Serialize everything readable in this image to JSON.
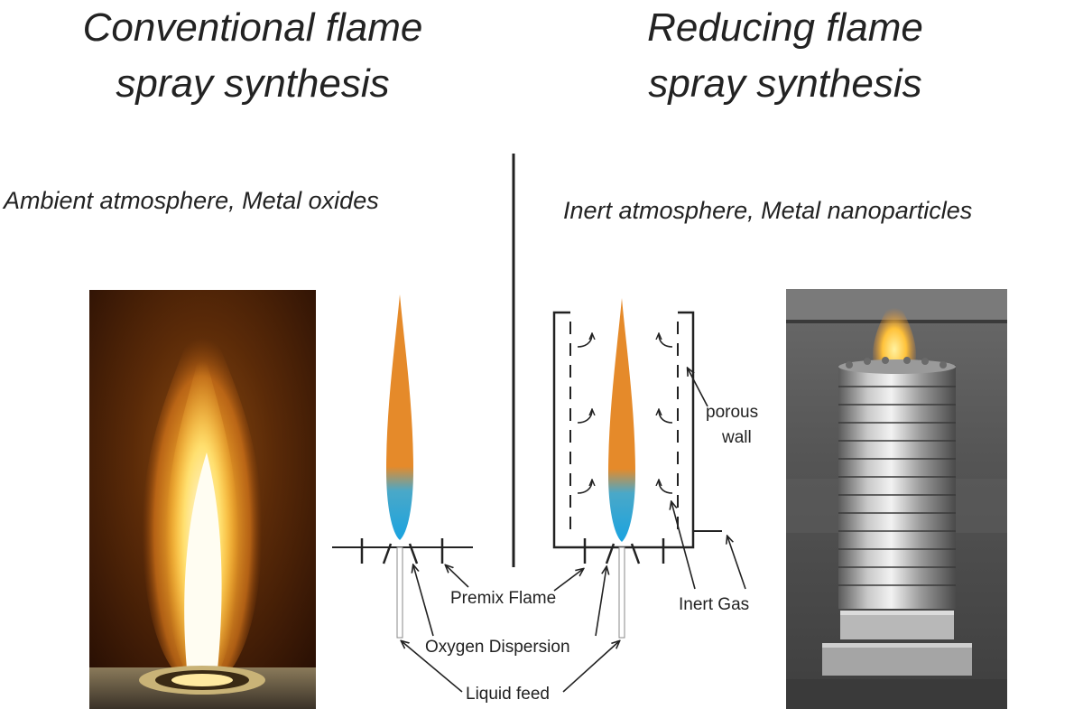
{
  "titles": {
    "left": {
      "line1": "Conventional flame",
      "line2": "spray synthesis"
    },
    "right": {
      "line1": "Reducing flame",
      "line2": "spray synthesis"
    }
  },
  "subtitles": {
    "left": "Ambient atmosphere, Metal oxides",
    "right": "Inert atmosphere, Metal nanoparticles"
  },
  "labels": {
    "premix_flame": "Premix Flame",
    "oxygen_dispersion": "Oxygen Dispersion",
    "liquid_feed": "Liquid feed",
    "inert_gas": "Inert Gas",
    "porous_wall_line1": "porous",
    "porous_wall_line2": "wall"
  },
  "colors": {
    "flame_outer": "#e58a2a",
    "flame_inner": "#1aa3e0",
    "photo_flame_bg": "#3a1804",
    "photo_flame_core": "#fff8e0",
    "photo_steel_bg": "#4a4a4a"
  }
}
